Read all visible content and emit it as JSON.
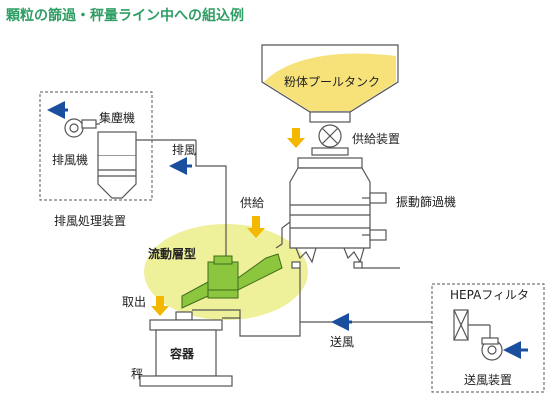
{
  "title": "顆粒の篩過・秤量ライン中への組込例",
  "labels": {
    "hopper": "粉体プールタンク",
    "feeder": "供給装置",
    "sieve": "振動篩過機",
    "dust_collector": "集塵機",
    "exhaust_fan": "排風機",
    "exhaust_system": "排風処理装置",
    "exhaust_air": "排風",
    "supply": "供給",
    "fluid_bed": "流動層型",
    "discharge": "取出",
    "container": "容器",
    "scale": "秤",
    "hepa": "HEPAフィルタ",
    "supply_air": "送風",
    "blower": "送風装置"
  },
  "colors": {
    "title": "#2f9e64",
    "powder": "#f7e27a",
    "highlight": "#eef09a",
    "fluid_bed": "#8cc63f",
    "arrow_yellow": "#f5b800",
    "arrow_blue": "#1a4fa0",
    "line": "#555555"
  }
}
